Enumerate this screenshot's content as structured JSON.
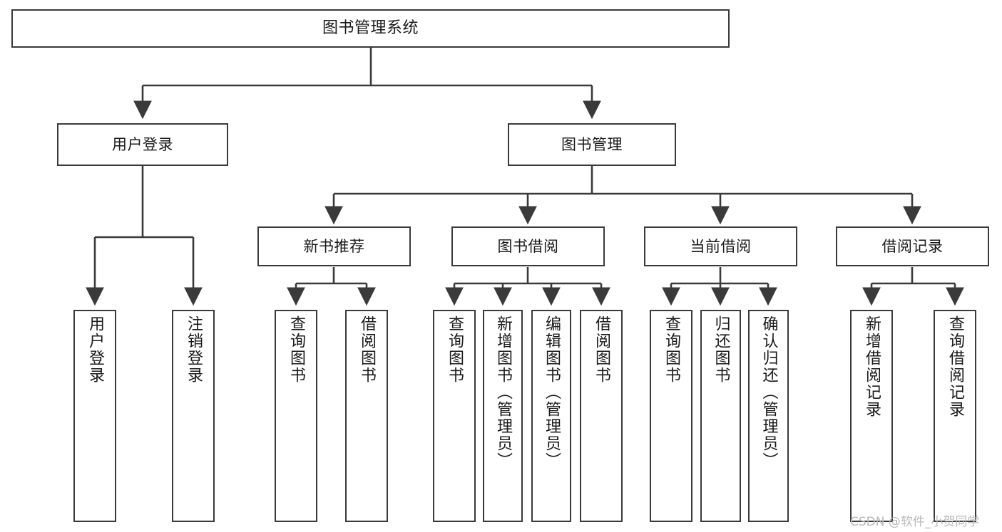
{
  "diagram": {
    "title": "图书管理系统",
    "type": "tree",
    "stroke_color": "#3a3a3a",
    "background_color": "#ffffff",
    "text_color": "#1a1a1a"
  },
  "nodes": {
    "root": {
      "label": "图书管理系统"
    },
    "level2": [
      {
        "label": "用户登录"
      },
      {
        "label": "图书管理"
      }
    ],
    "level3": [
      {
        "label": "新书推荐"
      },
      {
        "label": "图书借阅"
      },
      {
        "label": "当前借阅"
      },
      {
        "label": "借阅记录"
      }
    ],
    "leaves": {
      "user_login": [
        {
          "label": "用户登录"
        },
        {
          "label": "注销登录"
        }
      ],
      "new_book_recommend": [
        {
          "label": "查询图书"
        },
        {
          "label": "借阅图书"
        }
      ],
      "book_borrow": [
        {
          "label": "查询图书"
        },
        {
          "label": "新增图书（管理员）"
        },
        {
          "label": "编辑图书（管理员）"
        },
        {
          "label": "借阅图书"
        }
      ],
      "current_borrow": [
        {
          "label": "查询图书"
        },
        {
          "label": "归还图书"
        },
        {
          "label": "确认归还（管理员）"
        }
      ],
      "borrow_record": [
        {
          "label": "新增借阅记录"
        },
        {
          "label": "查询借阅记录"
        }
      ]
    }
  },
  "watermark": {
    "text": "CSDN @软件_小贺同学",
    "color": "#b9b9b9"
  }
}
